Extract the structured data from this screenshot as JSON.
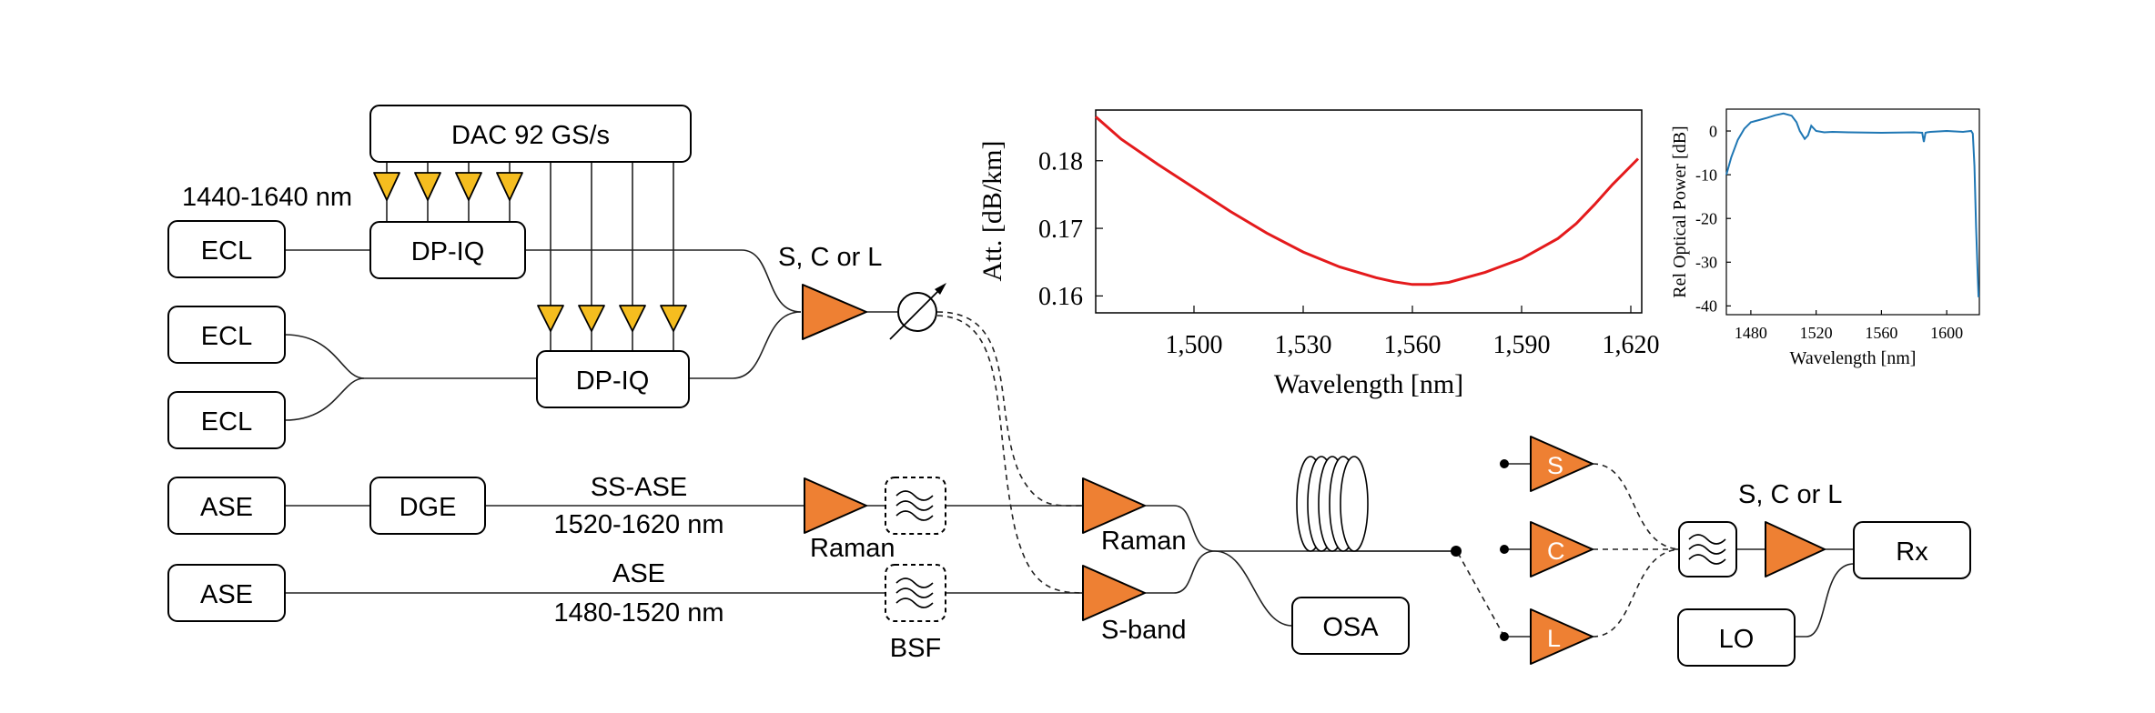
{
  "diagram": {
    "dac_label": "DAC 92 GS/s",
    "laser_range": "1440-1640 nm",
    "ecl_label": "ECL",
    "dpiq_label": "DP-IQ",
    "ase_label": "ASE",
    "dge_label": "DGE",
    "ss_ase_title": "SS-ASE",
    "ss_ase_range": "1520-1620 nm",
    "ase2_title": "ASE",
    "ase2_range": "1480-1520 nm",
    "amp_band_label": "S, C or L",
    "raman_label": "Raman",
    "raman_label_2": "Raman",
    "bsf_label": "BSF",
    "sband_label": "S-band",
    "osa_label": "OSA",
    "amp_s": "S",
    "amp_c": "C",
    "amp_l": "L",
    "rx_band_label": "S, C or L",
    "rx_label": "Rx",
    "lo_label": "LO"
  },
  "colors": {
    "amplifier": "#ee8033",
    "dac_driver": "#f5bd1f",
    "attenuation_curve": "#e41a1c",
    "spectrum_curve": "#1f77b4"
  },
  "chart_data": [
    {
      "type": "line",
      "xlabel": "Wavelength [nm]",
      "ylabel": "Att.  [dB/km]",
      "xlim": [
        1473,
        1623
      ],
      "ylim": [
        0.1575,
        0.1875
      ],
      "xticks": [
        1500,
        1530,
        1560,
        1590,
        1620
      ],
      "xtick_labels": [
        "1,500",
        "1,530",
        "1,560",
        "1,590",
        "1,620"
      ],
      "yticks": [
        0.16,
        0.17,
        0.18
      ],
      "ytick_labels": [
        "0.16",
        "0.17",
        "0.18"
      ],
      "grid": false,
      "series": [
        {
          "x": [
            1473,
            1480,
            1490,
            1500,
            1510,
            1520,
            1530,
            1540,
            1550,
            1555,
            1560,
            1565,
            1570,
            1580,
            1590,
            1600,
            1605,
            1610,
            1615,
            1622
          ],
          "values": [
            0.1865,
            0.1832,
            0.1795,
            0.176,
            0.1725,
            0.1693,
            0.1665,
            0.1643,
            0.1627,
            0.1621,
            0.1617,
            0.1617,
            0.162,
            0.1635,
            0.1655,
            0.1685,
            0.1707,
            0.1735,
            0.1765,
            0.1803
          ]
        }
      ]
    },
    {
      "type": "line",
      "xlabel": "Wavelength [nm]",
      "ylabel": "Rel Optical Power [dB]",
      "xlim": [
        1465,
        1620
      ],
      "ylim": [
        -42,
        5
      ],
      "xticks": [
        1480,
        1520,
        1560,
        1600
      ],
      "xtick_labels": [
        "1480",
        "1520",
        "1560",
        "1600"
      ],
      "yticks": [
        0,
        -10,
        -20,
        -30,
        -40
      ],
      "ytick_labels": [
        "0",
        "-10",
        "-20",
        "-30",
        "-40"
      ],
      "grid": false,
      "series": [
        {
          "x": [
            1465,
            1468,
            1472,
            1476,
            1480,
            1485,
            1490,
            1495,
            1500,
            1505,
            1508,
            1510,
            1513,
            1515,
            1517,
            1520,
            1525,
            1530,
            1540,
            1560,
            1580,
            1585,
            1586,
            1587,
            1588,
            1590,
            1600,
            1610,
            1615,
            1616,
            1617,
            1618,
            1619,
            1619.5
          ],
          "values": [
            -10,
            -6,
            -2,
            0.5,
            2,
            2.5,
            3,
            3.6,
            4,
            3.5,
            2,
            0,
            -1.8,
            -1,
            1.2,
            0,
            -0.3,
            -0.2,
            -0.3,
            -0.4,
            -0.3,
            -0.4,
            -2.5,
            -0.4,
            -0.3,
            -0.2,
            0,
            -0.2,
            0,
            -0.6,
            -8,
            -22,
            -33,
            -38
          ]
        }
      ]
    }
  ]
}
